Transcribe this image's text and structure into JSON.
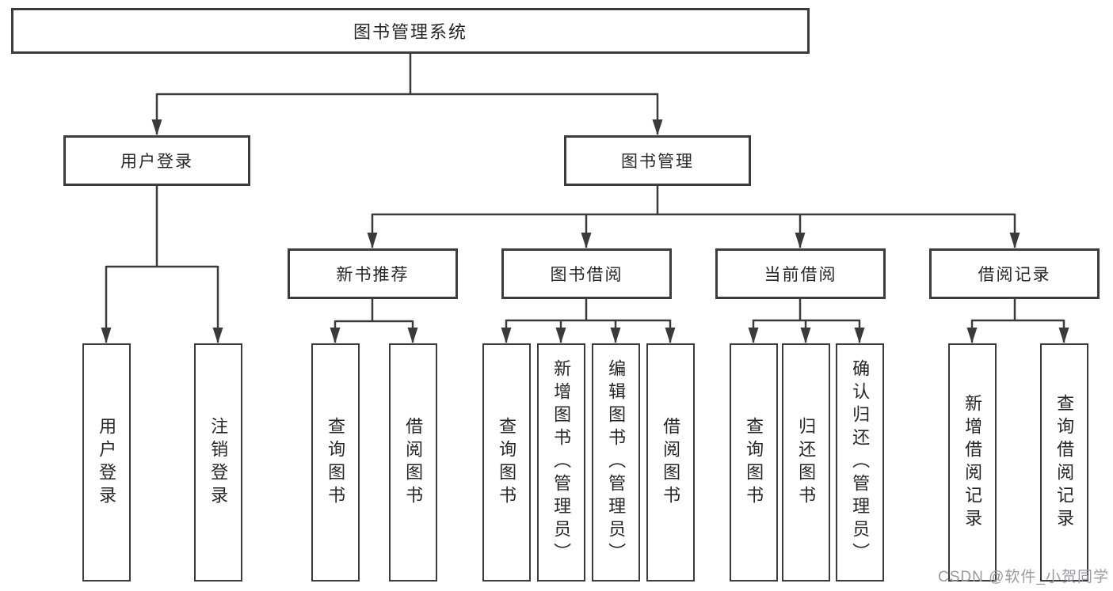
{
  "diagram": {
    "root": {
      "label": "图书管理系统",
      "children": [
        {
          "label": "用户登录",
          "leaves": [
            {
              "label": "用户登录"
            },
            {
              "label": "注销登录"
            }
          ]
        },
        {
          "label": "图书管理",
          "children": [
            {
              "label": "新书推荐",
              "leaves": [
                {
                  "label": "查询图书"
                },
                {
                  "label": "借阅图书"
                }
              ]
            },
            {
              "label": "图书借阅",
              "leaves": [
                {
                  "label": "查询图书"
                },
                {
                  "label": "新增图书（管理员）"
                },
                {
                  "label": "编辑图书（管理员）"
                },
                {
                  "label": "借阅图书"
                }
              ]
            },
            {
              "label": "当前借阅",
              "leaves": [
                {
                  "label": "查询图书"
                },
                {
                  "label": "归还图书"
                },
                {
                  "label": "确认归还（管理员）"
                }
              ]
            },
            {
              "label": "借阅记录",
              "leaves": [
                {
                  "label": "新增借阅记录"
                },
                {
                  "label": "查询借阅记录"
                }
              ]
            }
          ]
        }
      ]
    },
    "watermark": "CSDN @软件_小贺同学",
    "colors": {
      "line": "#3a3a3a",
      "box_border": "#3c3c3c",
      "text": "#262626",
      "watermark": "#9a9aa2",
      "background": "#ffffff"
    }
  }
}
